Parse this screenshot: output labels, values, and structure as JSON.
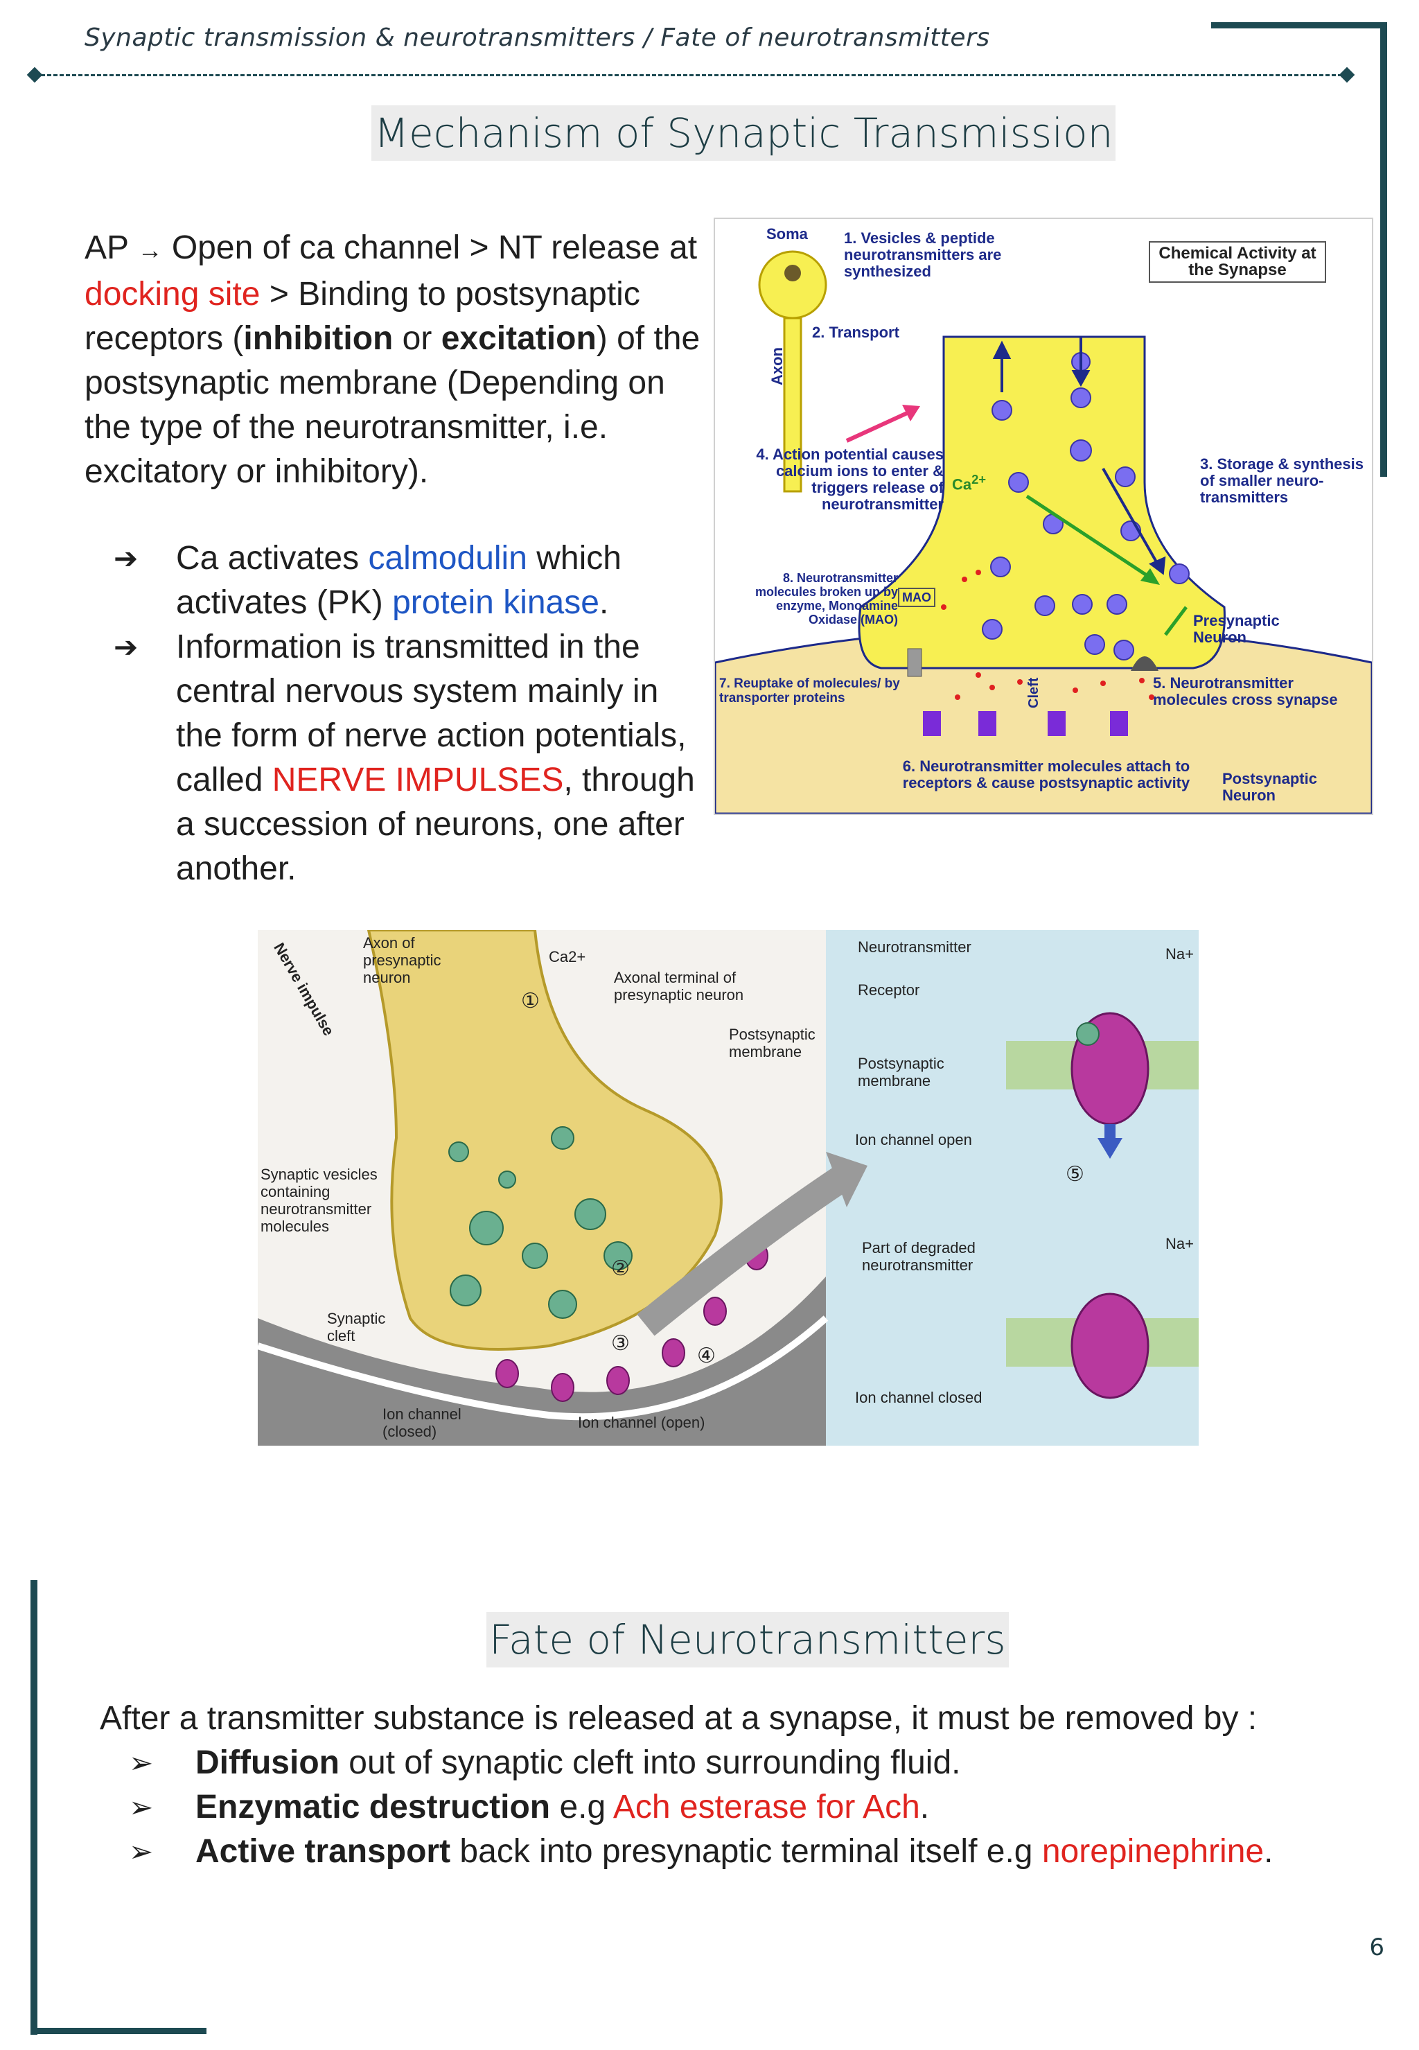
{
  "header": {
    "breadcrumb": "Synaptic transmission & neurotransmitters / Fate of neurotransmitters"
  },
  "section1": {
    "title": "Mechanism of Synaptic Transmission",
    "para": {
      "p1": "AP ",
      "arrow": "→",
      "p2": " Open of ca channel  >  NT release at ",
      "red1": "docking site",
      "p3": "  >   Binding to postsynaptic receptors (",
      "b1": "inhibition",
      "p4": " or ",
      "b2": "excitation",
      "p5": ") of the postsynaptic membrane (Depending on the type of the neurotransmitter, i.e. excitatory or inhibitory)."
    },
    "bullets": {
      "glyph": "➔",
      "b1": {
        "t1": "Ca activates ",
        "blue1": "calmodulin",
        "t2": " which activates (PK) ",
        "blue2": "protein kinase",
        "t3": "."
      },
      "b2": {
        "t1": "Information is transmitted in the central nervous system mainly in the form of nerve action potentials, called ",
        "red1": "NERVE IMPULSES",
        "t2": ", through a succession of neurons, one after another."
      }
    }
  },
  "figure1": {
    "soma": "Soma",
    "axon": "Axon",
    "step1": "1. Vesicles & peptide neurotransmitters are synthesized",
    "step2": "2. Transport",
    "box_title": "Chemical Activity at the Synapse",
    "step3": "3. Storage & synthesis of smaller neuro-transmitters",
    "step4": "4. Action potential causes calcium ions to enter & triggers release of neurotransmitter",
    "ca": "Ca",
    "ca_sup": "2+",
    "step8": "8. Neurotransmitter molecules broken up by enzyme, Monoamine Oxidase (MAO)",
    "mao": "MAO",
    "presyn": "Presynaptic Neuron",
    "step7": "7. Reuptake of molecules/ by transporter proteins",
    "cleft": "Cleft",
    "step5": "5. Neurotransmitter molecules cross synapse",
    "step6": "6. Neurotransmitter molecules attach to receptors & cause postsynaptic activity",
    "postsyn": "Postsynaptic Neuron",
    "colors": {
      "yellow": "#f7ef52",
      "cream": "#f5e3a3",
      "navy": "#1d2a8a",
      "vesicle": "#6f6fe8"
    }
  },
  "figure2": {
    "nerve_impulse": "Nerve impulse",
    "axon": "Axon of presynaptic neuron",
    "ca": "Ca2+",
    "terminal": "Axonal terminal of presynaptic neuron",
    "postsyn_membrane": "Postsynaptic membrane",
    "vesicles": "Synaptic vesicles containing neurotransmitter molecules",
    "cleft": "Synaptic cleft",
    "ion_closed": "Ion channel (closed)",
    "ion_open": "Ion channel (open)",
    "nt": "Neurotransmitter",
    "receptor": "Receptor",
    "pm": "Postsynaptic membrane",
    "ico": "Ion channel open",
    "degraded": "Part of degraded neurotransmitter",
    "icc": "Ion channel closed",
    "na": "Na+",
    "n1": "①",
    "n2": "②",
    "n3": "③",
    "n4": "④",
    "n5": "⑤"
  },
  "section2": {
    "title": "Fate of Neurotransmitters",
    "intro": "After a transmitter substance is released at a synapse, it must be removed by :",
    "glyph": "➢",
    "items": [
      {
        "bold": "Diffusion",
        "text": " out of synaptic cleft into surrounding fluid.",
        "red": "",
        "end": ""
      },
      {
        "bold": "Enzymatic destruction",
        "text": " e.g ",
        "red": "Ach esterase for Ach",
        "end": "."
      },
      {
        "bold": "Active transport",
        "text": " back into presynaptic terminal itself e.g ",
        "red": "norepinephrine",
        "end": "."
      }
    ]
  },
  "page_number": "6"
}
